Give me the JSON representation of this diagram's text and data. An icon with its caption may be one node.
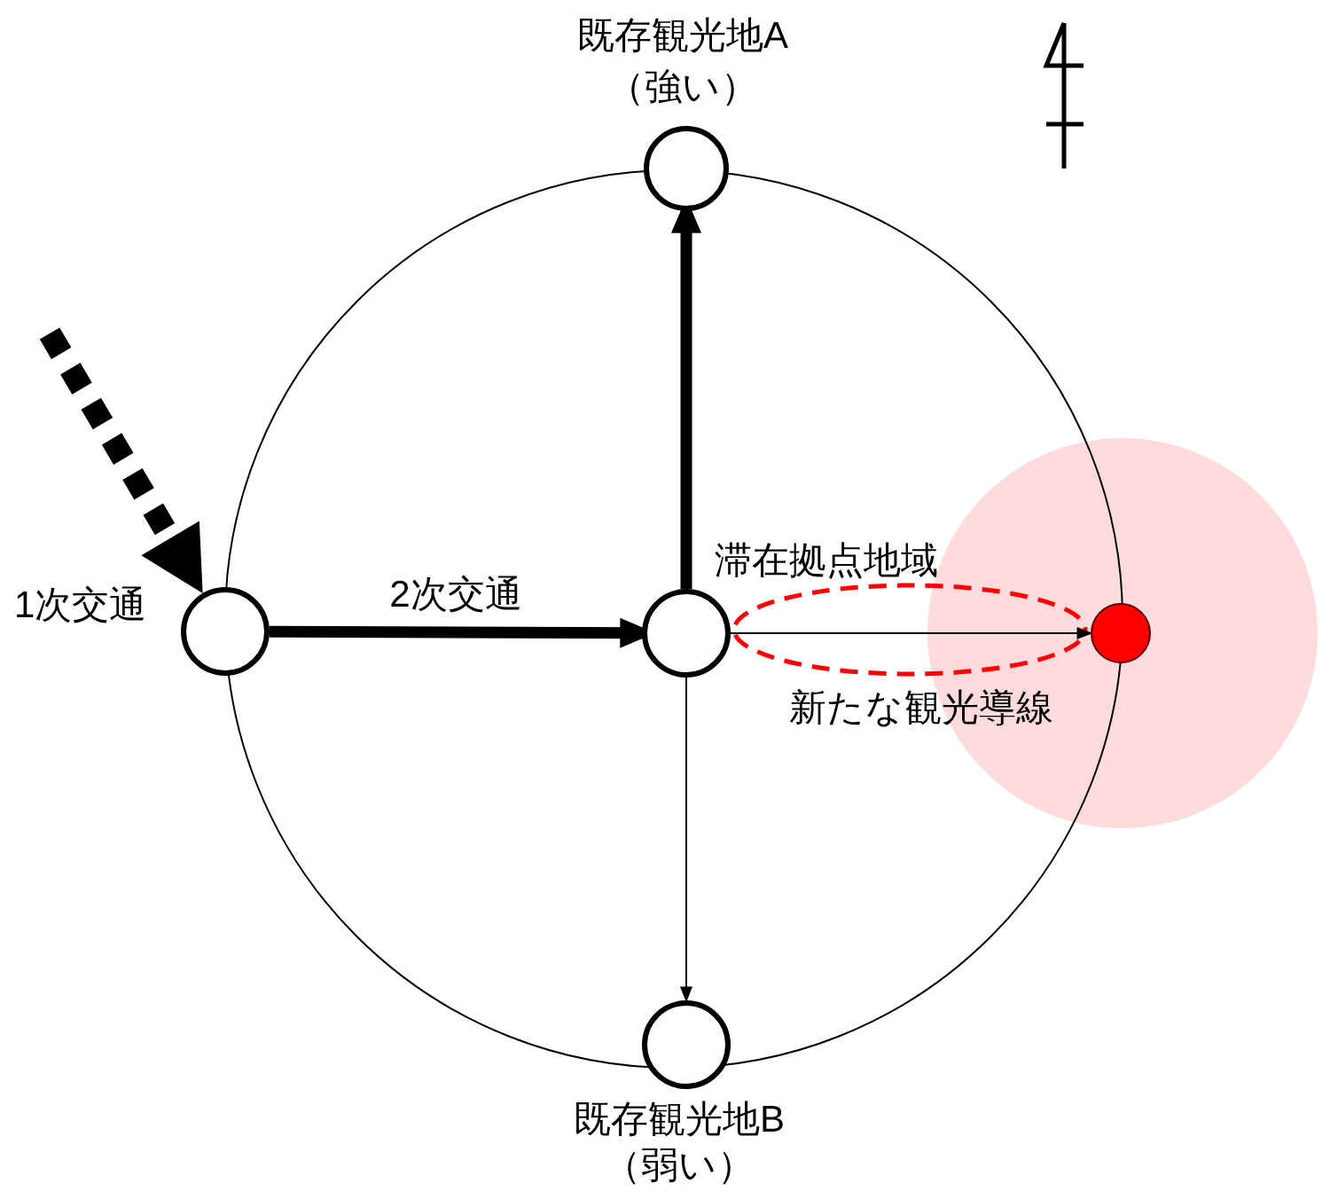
{
  "diagram": {
    "nodes": [
      {
        "text": [],
        "shape": "circle",
        "beside": [
          "既存観光地A",
          "（強い）"
        ]
      },
      {
        "text": [],
        "shape": "circle"
      },
      {
        "text": [],
        "shape": "circle",
        "beside": [
          "滞在拠点地域"
        ]
      },
      {
        "text": [],
        "shape": "circle"
      },
      {
        "text": [],
        "shape": "circle",
        "beside": [
          "既存観光地B",
          "（弱い）"
        ]
      }
    ],
    "edges": [
      {
        "from": null,
        "to": 1,
        "arrow": "to",
        "style": "dashed",
        "label": "1次交通"
      },
      {
        "from": 1,
        "to": 2,
        "arrow": "to",
        "label": "2次交通"
      },
      {
        "from": 2,
        "to": 0,
        "arrow": "to"
      },
      {
        "from": 2,
        "to": 3,
        "arrow": "to",
        "label": "新たな観光導線"
      },
      {
        "from": 2,
        "to": 4,
        "arrow": "to"
      }
    ]
  }
}
